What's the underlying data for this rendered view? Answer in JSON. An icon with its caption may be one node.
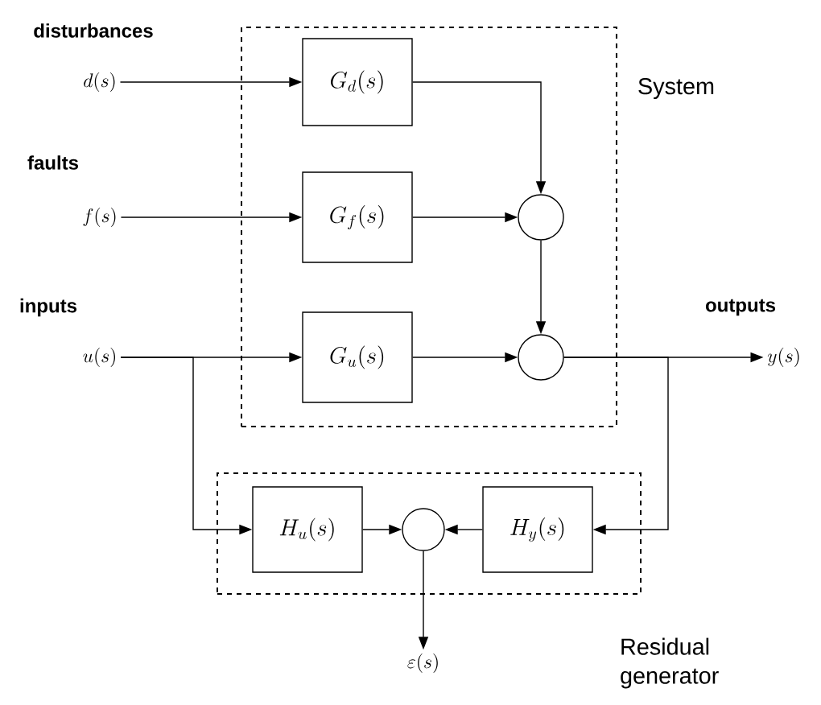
{
  "diagram": {
    "nodes": [
      {
        "text": [
          "System"
        ]
      },
      {
        "text": [
          "disturbances",
          "d(s)"
        ]
      },
      {
        "text": [
          "faults",
          "f(s)"
        ]
      },
      {
        "text": [
          "inputs",
          "u(s)"
        ]
      },
      {
        "text": [
          "G_d(s)"
        ],
        "in": 0
      },
      {
        "text": [
          "G_f(s)"
        ],
        "in": 0
      },
      {
        "text": [
          "G_u(s)"
        ],
        "in": 0
      },
      {
        "text": [],
        "shape": "circle",
        "in": 0
      },
      {
        "text": [],
        "shape": "circle",
        "in": 0
      },
      {
        "text": [
          "outputs",
          "y(s)"
        ]
      },
      {
        "text": [
          "Residual generator"
        ]
      },
      {
        "text": [
          "H_u(s)"
        ],
        "in": 10
      },
      {
        "text": [],
        "shape": "circle",
        "in": 10
      },
      {
        "text": [
          "H_y(s)"
        ],
        "in": 10
      },
      {
        "text": [
          "\\varepsilon(s)"
        ]
      }
    ],
    "edges": [
      {
        "from": 1,
        "to": 4,
        "arrow": "to"
      },
      {
        "from": 2,
        "to": 5,
        "arrow": "to"
      },
      {
        "from": 3,
        "to": 6,
        "arrow": "to"
      },
      {
        "from": 4,
        "to": 7,
        "arrow": "to"
      },
      {
        "from": 5,
        "to": 7,
        "arrow": "to"
      },
      {
        "from": 7,
        "to": 8,
        "arrow": "to"
      },
      {
        "from": 6,
        "to": 8,
        "arrow": "to"
      },
      {
        "from": 8,
        "to": 9,
        "arrow": "to"
      },
      {
        "from": 3,
        "to": 11,
        "arrow": "to"
      },
      {
        "from": 8,
        "to": 13,
        "arrow": "to"
      },
      {
        "from": 11,
        "to": 12,
        "arrow": "to"
      },
      {
        "from": 13,
        "to": 12,
        "arrow": "to"
      },
      {
        "from": 12,
        "to": 14,
        "arrow": "to"
      }
    ]
  }
}
